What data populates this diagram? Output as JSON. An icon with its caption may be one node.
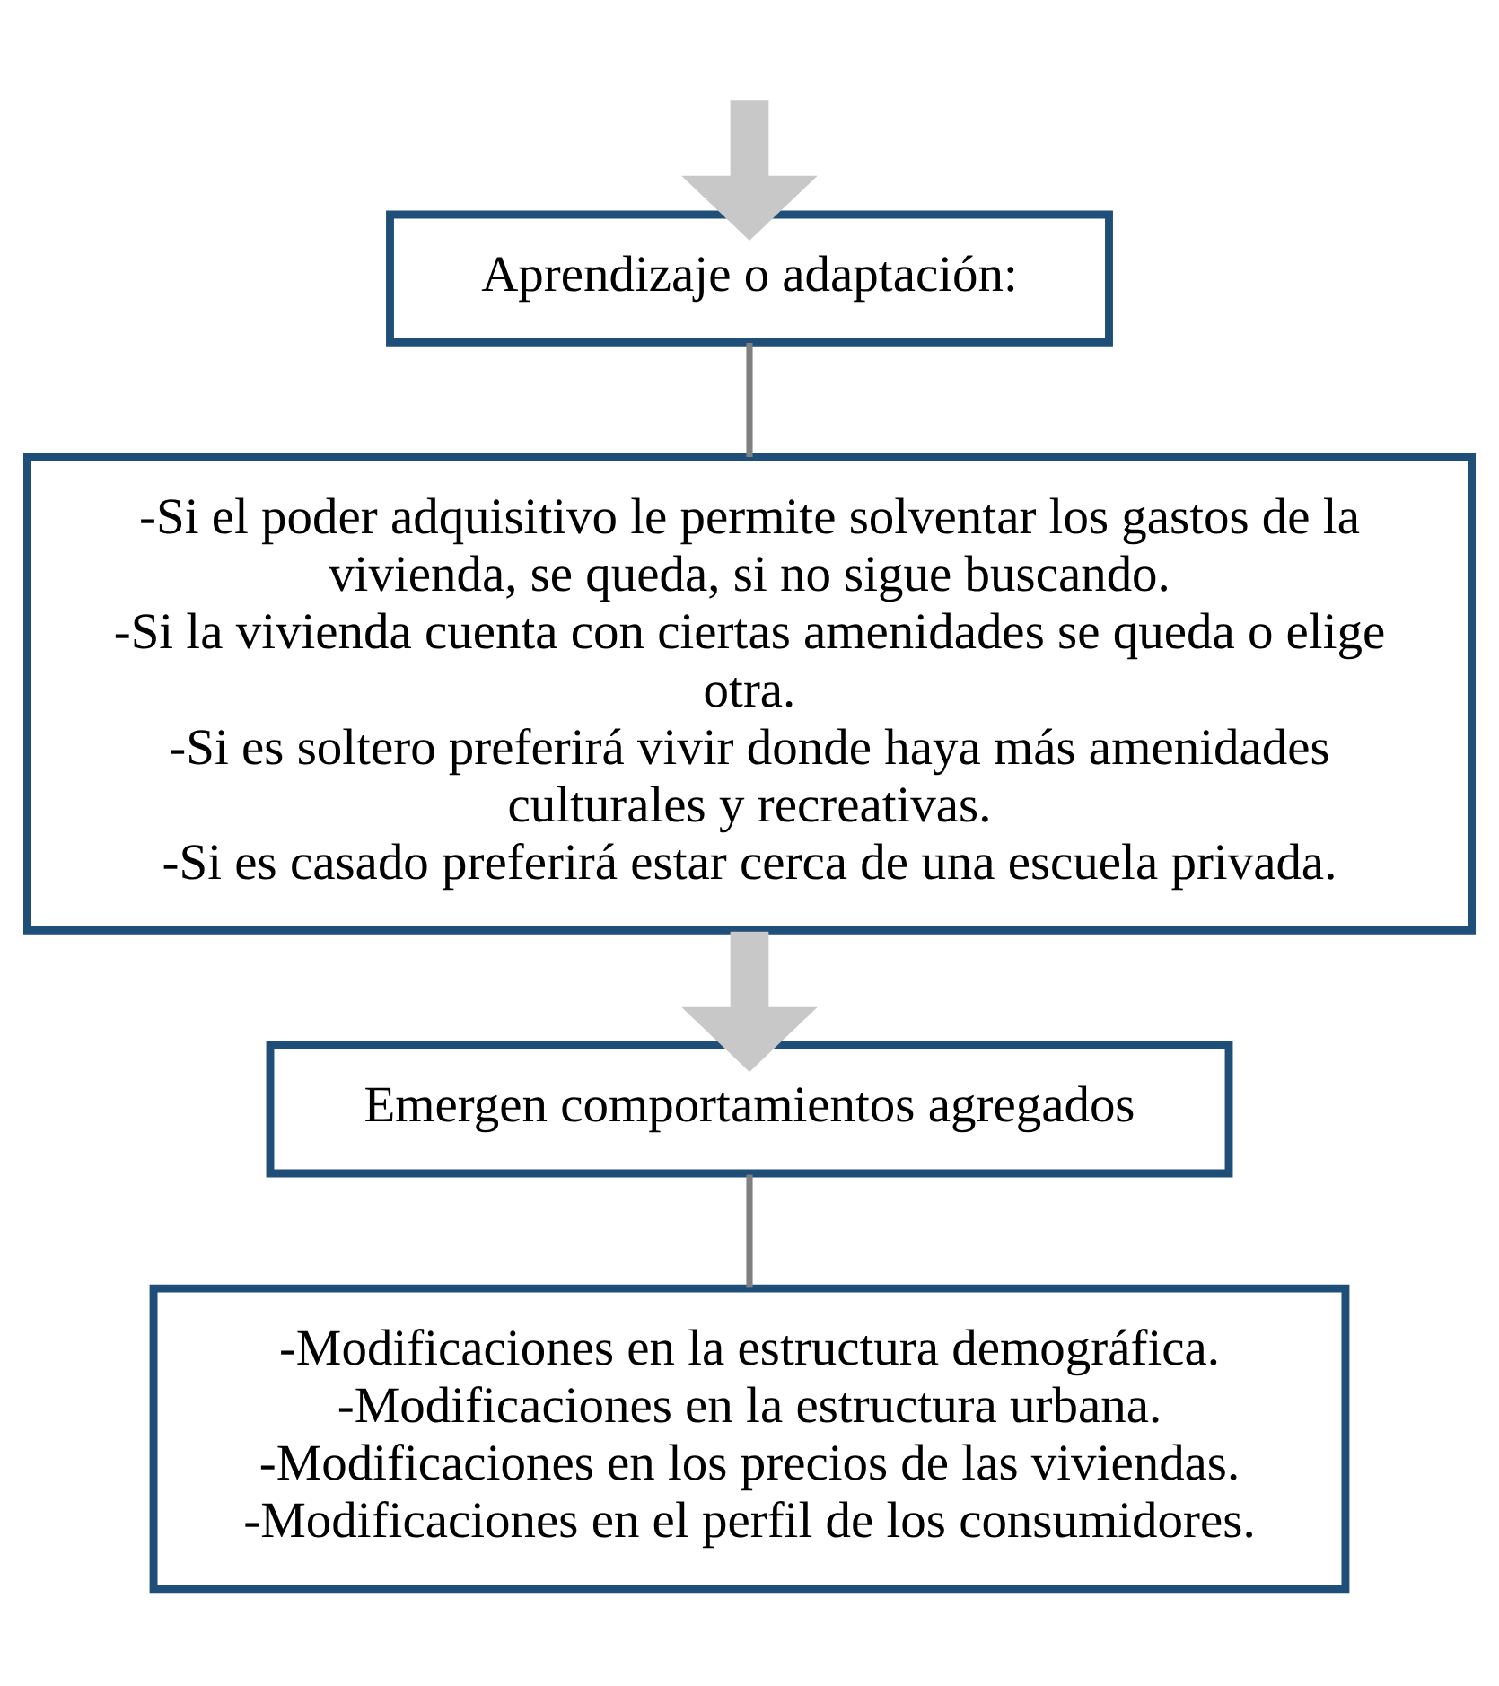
{
  "diagram": {
    "nodes": [
      {
        "text": [
          "Aprendizaje o adaptación:"
        ]
      },
      {
        "text": [
          "-Si el poder adquisitivo le permite solventar los gastos de la vivienda, se queda, si no sigue buscando.",
          "-Si la vivienda cuenta con ciertas amenidades se queda o elige otra.",
          "-Si es soltero preferirá vivir donde haya más amenidades culturales y recreativas.",
          "-Si es casado preferirá estar cerca de una escuela privada."
        ]
      },
      {
        "text": [
          "Emergen comportamientos agregados"
        ]
      },
      {
        "text": [
          "-Modificaciones en la estructura demográfica.",
          "-Modificaciones en la estructura urbana.",
          "-Modificaciones en los precios de las viviendas.",
          "-Modificaciones en el perfil de los consumidores."
        ]
      }
    ],
    "edges": [
      {
        "from": null,
        "to": 0,
        "arrow": "to",
        "style": "thick",
        "color": "#c8c8c8"
      },
      {
        "from": 0,
        "to": 1,
        "arrow": "none",
        "color": "#808080"
      },
      {
        "from": 1,
        "to": 2,
        "arrow": "to",
        "style": "thick",
        "color": "#c8c8c8"
      },
      {
        "from": 2,
        "to": 3,
        "arrow": "none",
        "color": "#808080"
      }
    ]
  }
}
